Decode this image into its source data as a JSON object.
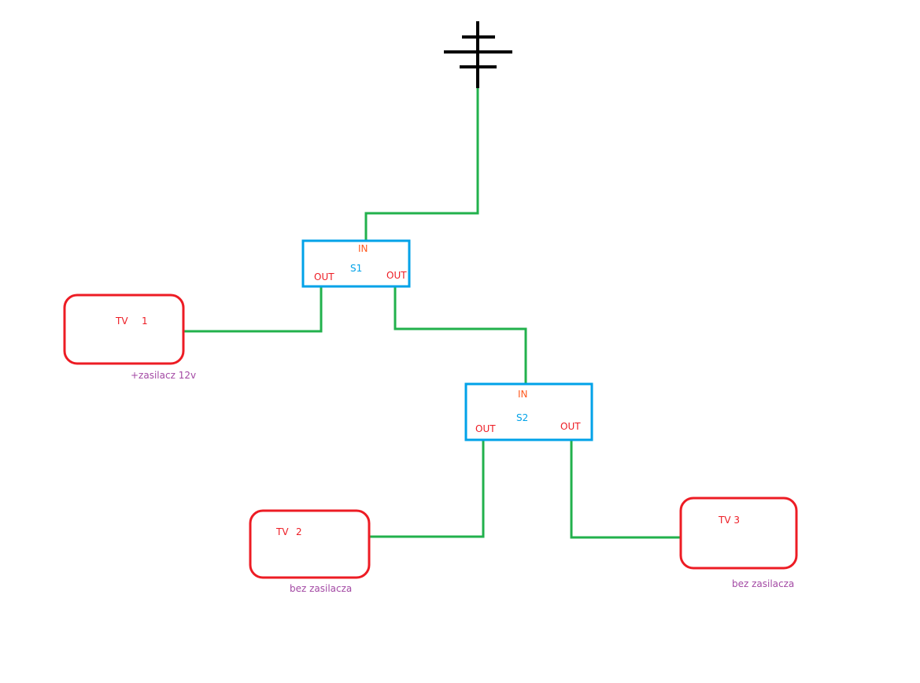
{
  "colors": {
    "wire": "#22b14c",
    "splitter": "#00a2e8",
    "tv": "#ed1c24",
    "out_label": "#ed1c24",
    "in_label": "#ff5a1f",
    "note": "#a349a4",
    "antenna": "#000000"
  },
  "icons": {
    "antenna": "antenna-icon"
  },
  "splitters": [
    {
      "name": "S1",
      "in": "IN",
      "out_left": "OUT",
      "out_right": "OUT"
    },
    {
      "name": "S2",
      "in": "IN",
      "out_left": "OUT",
      "out_right": "OUT"
    }
  ],
  "tvs": [
    {
      "label": "TV",
      "number": "1",
      "note": "+zasilacz 12v"
    },
    {
      "label": "TV",
      "number": "2",
      "note": "bez zasilacza"
    },
    {
      "label": "TV 3",
      "note": "bez zasilacza"
    }
  ]
}
